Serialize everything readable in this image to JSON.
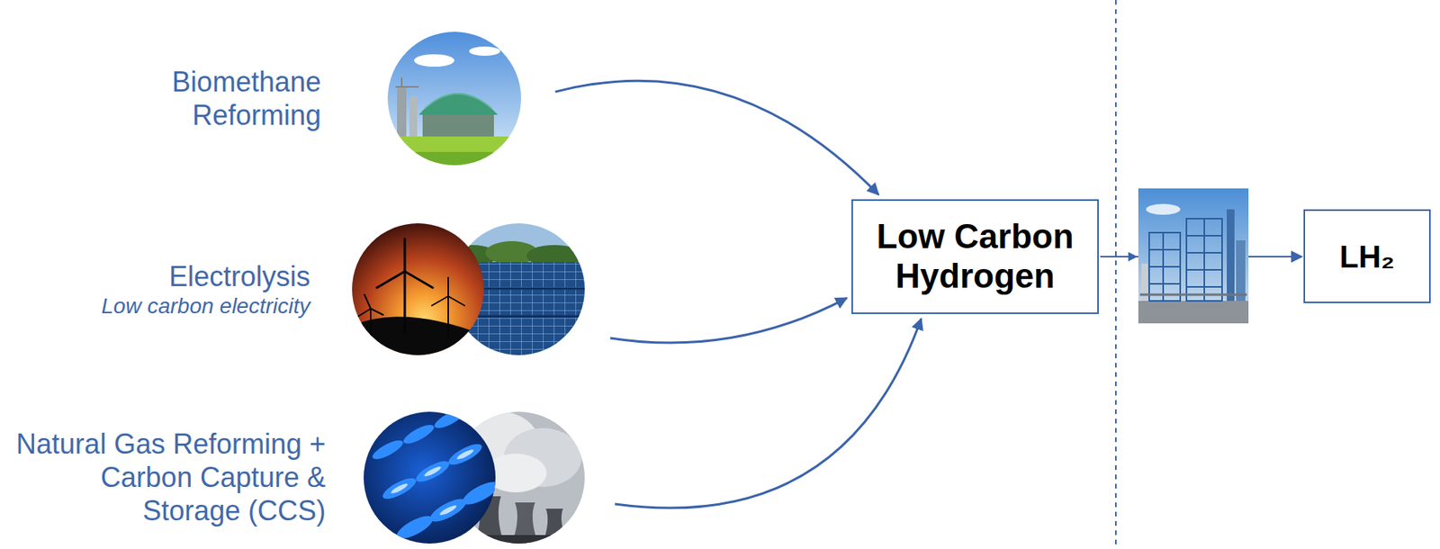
{
  "diagram": {
    "nodes": [
      {
        "text": [
          "Biomethane Reforming"
        ]
      },
      {
        "text": [
          "Electrolysis",
          "Low carbon electricity"
        ]
      },
      {
        "text": [
          "Natural Gas Reforming + Carbon Capture & Storage (CCS)"
        ]
      },
      {
        "text": [
          "Low Carbon Hydrogen"
        ]
      },
      {
        "text": [
          "LH₂"
        ]
      }
    ],
    "edges": [
      {
        "from": 0,
        "to": 3,
        "arrow": "to"
      },
      {
        "from": 1,
        "to": 3,
        "arrow": "to"
      },
      {
        "from": 2,
        "to": 3,
        "arrow": "to"
      },
      {
        "from": 3,
        "to": 4,
        "arrow": "to"
      }
    ]
  }
}
